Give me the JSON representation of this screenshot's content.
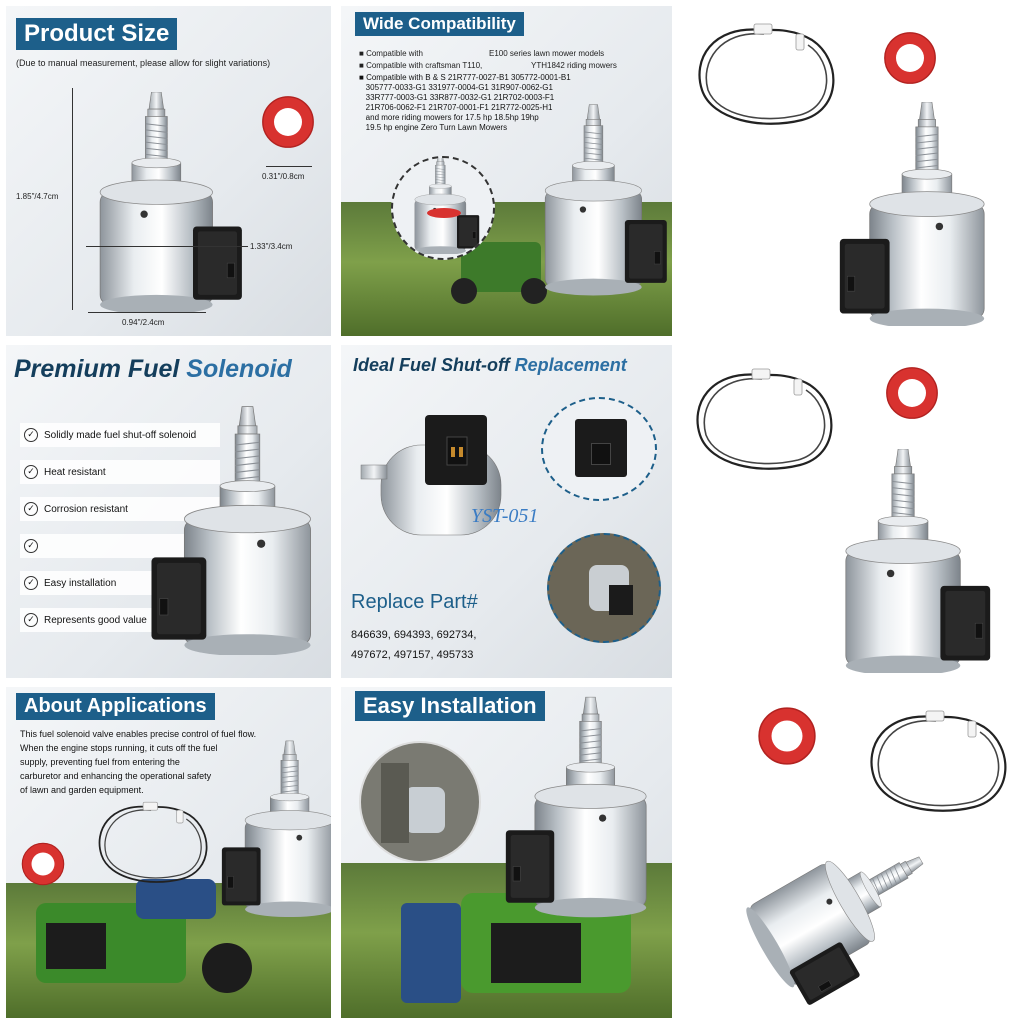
{
  "panel1": {
    "title": "Product Size",
    "note": "(Due to manual measurement, please allow for slight variations)",
    "dim_height": "1.85\"/4.7cm",
    "dim_body": "1.33\"/3.4cm",
    "dim_base": "0.94\"/2.4cm",
    "dim_ring": "0.31\"/0.8cm"
  },
  "panel2": {
    "title": "Wide Compatibility",
    "bullet1a": "Compatible with",
    "bullet1b": "E100 series lawn mower models",
    "bullet2a": "Compatible with craftsman T110,",
    "bullet2b": "YTH1842 riding mowers",
    "bullet3": [
      "Compatible with B & S 21R777-0027-B1 305772-0001-B1",
      "305777-0033-G1 331977-0004-G1 31R907-0062-G1",
      "33R777-0003-G1 33R877-0032-G1 21R702-0003-F1",
      "21R706-0062-F1 21R707-0001-F1 21R772-0025-H1",
      "and more riding mowers for 17.5 hp 18.5hp 19hp",
      "19.5 hp engine Zero Turn Lawn Mowers"
    ]
  },
  "panel4": {
    "title_a": "Premium Fuel ",
    "title_b": "Solenoid",
    "features": [
      "Solidly made fuel shut-off solenoid",
      "Heat resistant",
      "Corrosion resistant",
      "",
      "Easy installation",
      "Represents good value"
    ]
  },
  "panel5": {
    "title_a": "Ideal Fuel Shut-off ",
    "title_b": "Replacement",
    "watermark": "YST-051",
    "replace_title": "Replace Part#",
    "parts_line1": "846639, 694393, 692734,",
    "parts_line2": "497672, 497157, 495733"
  },
  "panel7": {
    "title": "About Applications",
    "body": [
      "This fuel solenoid valve enables precise control of fuel flow.",
      "When the engine stops running, it cuts off the fuel",
      "supply, preventing fuel from entering the",
      "carburetor and enhancing the operational safety",
      "of lawn and garden equipment."
    ]
  },
  "panel8": {
    "title": "Easy Installation"
  },
  "colors": {
    "accent": "#1d5f8a",
    "title_dark": "#143e5c",
    "title_blue": "#2c6fa3",
    "seal_red": "#d8322f",
    "connector": "#1a1a1a"
  }
}
